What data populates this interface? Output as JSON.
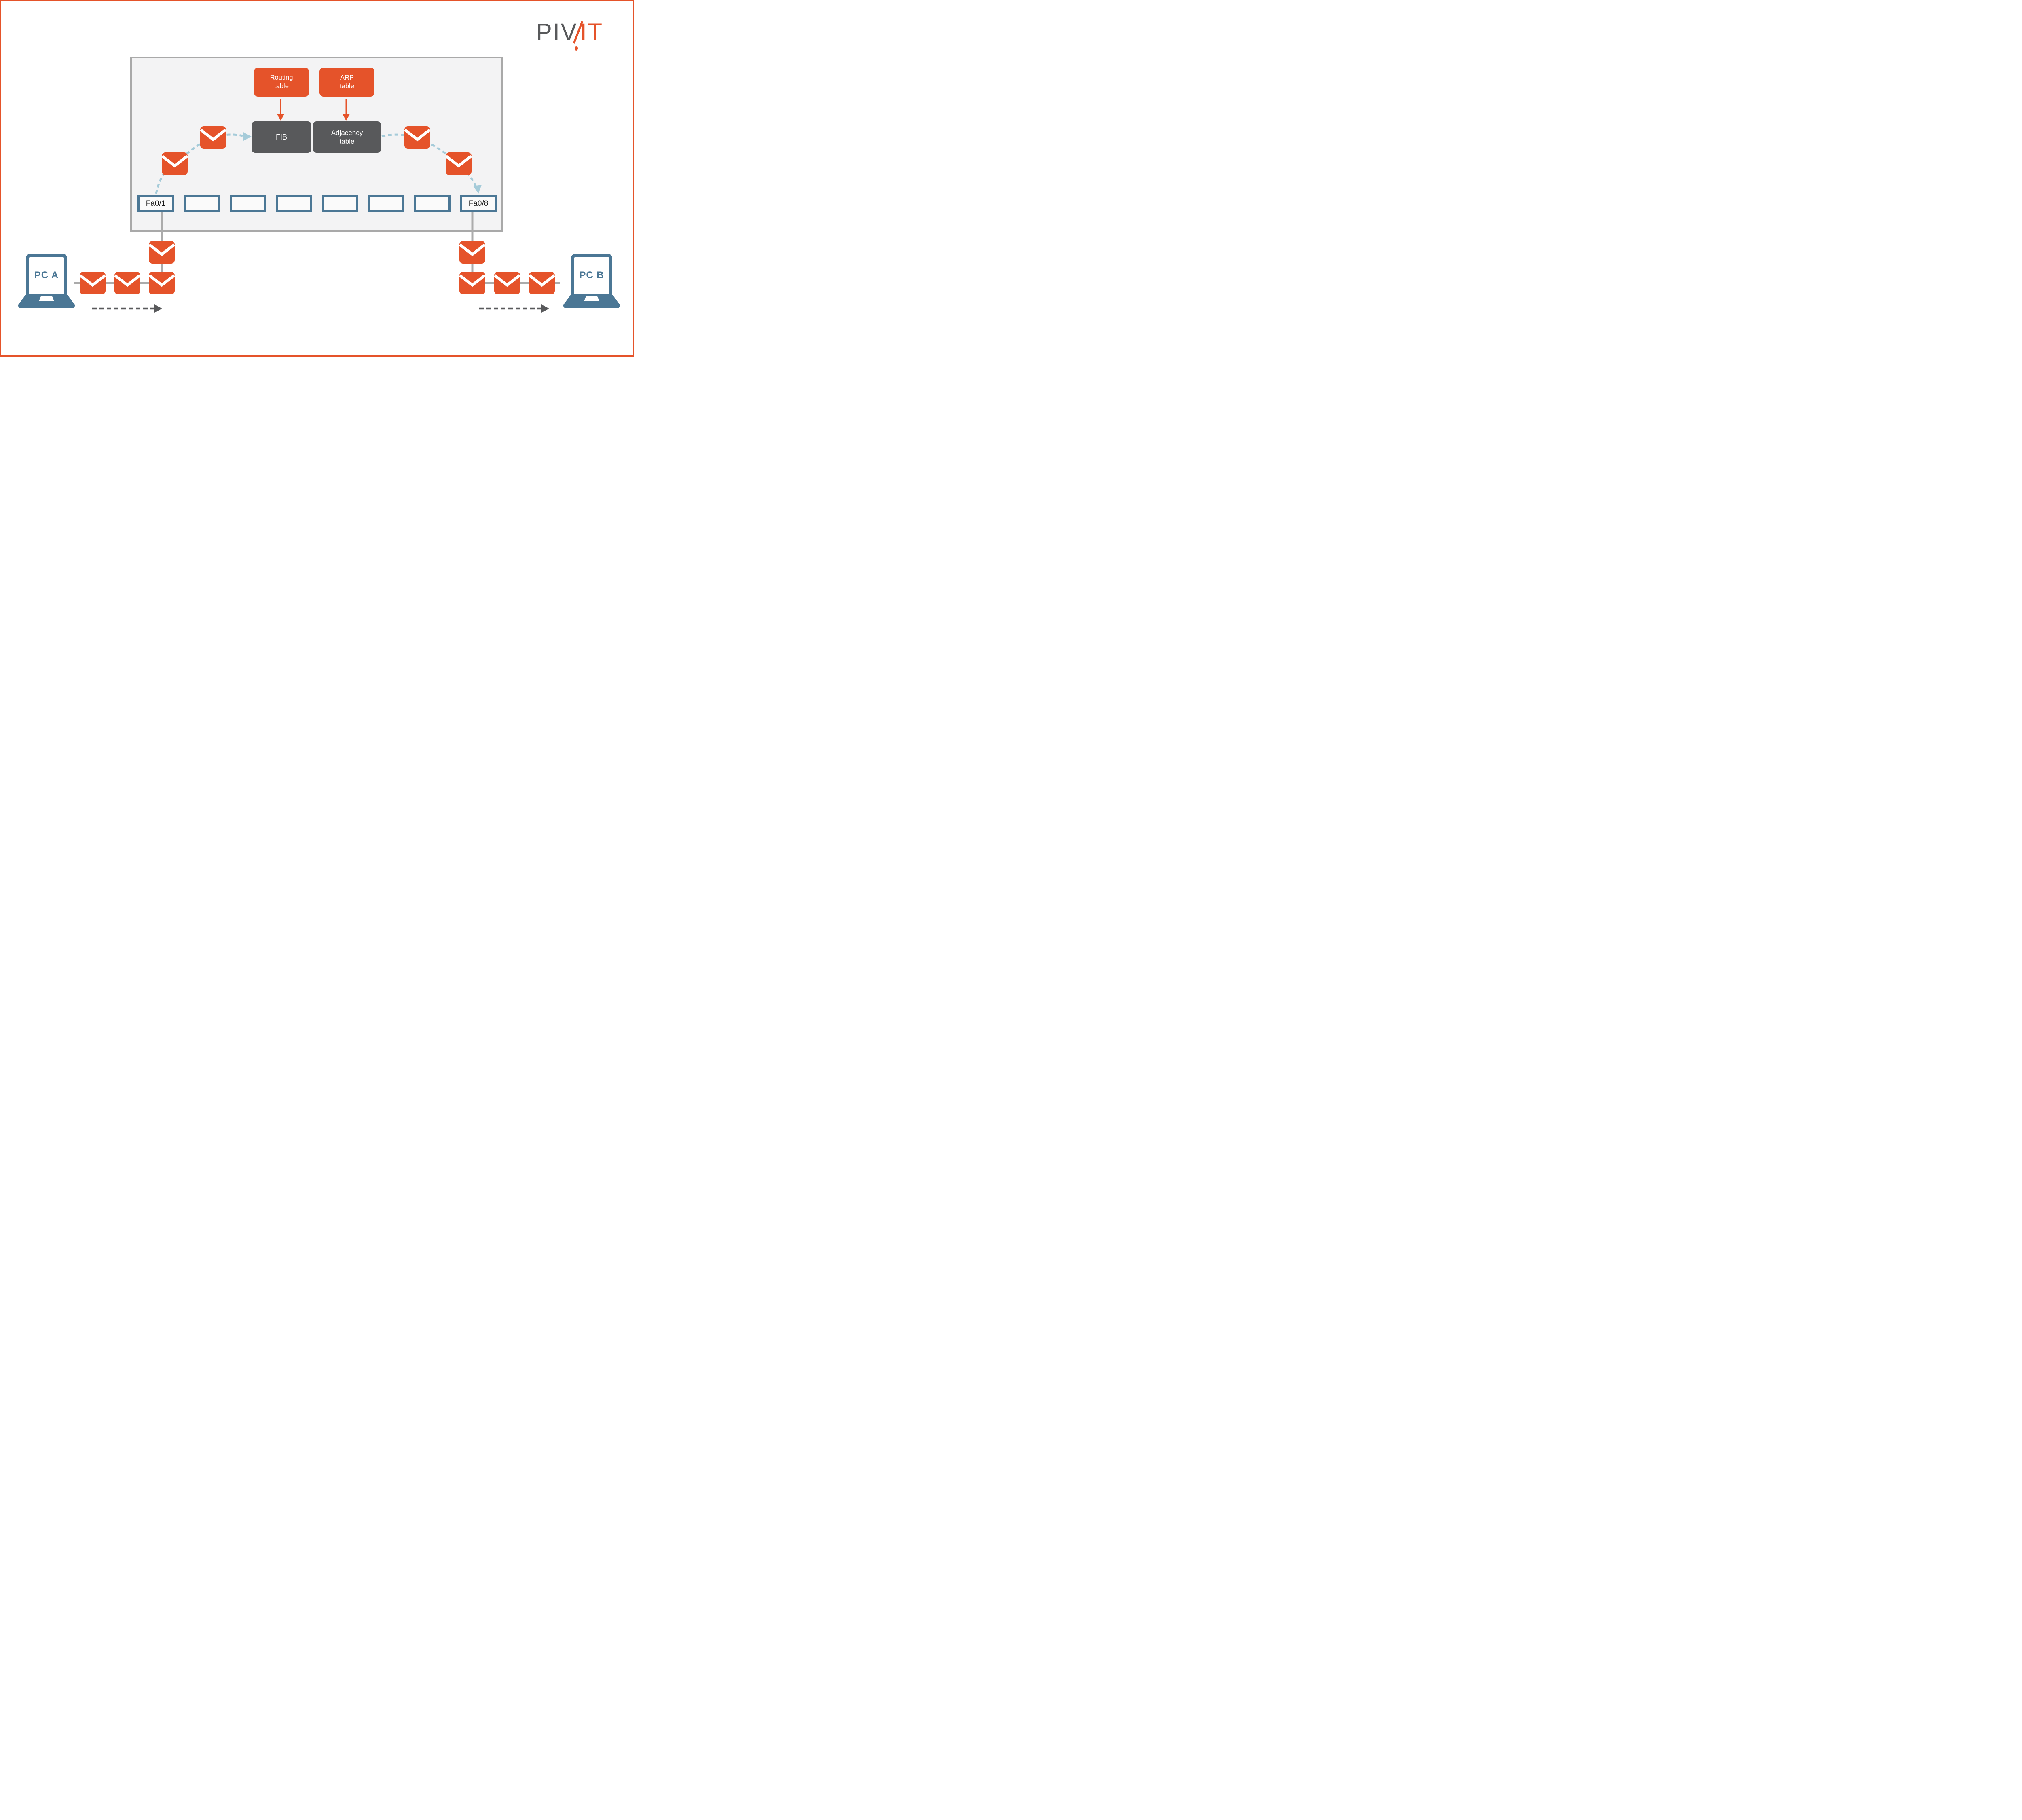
{
  "logo": {
    "gray_text": "PIV",
    "orange_text": "IT"
  },
  "router": {
    "routing_table_label": "Routing\ntable",
    "arp_table_label": "ARP\ntable",
    "fib_label": "FIB",
    "adjacency_table_label": "Adjacency\ntable",
    "ports": [
      "Fa0/1",
      "",
      "",
      "",
      "",
      "",
      "",
      "Fa0/8"
    ]
  },
  "endpoints": {
    "pc_a_label": "PC A",
    "pc_b_label": "PC B"
  },
  "icons": {
    "envelope": "envelope-icon",
    "packet_path": "dashed-arrow"
  },
  "colors": {
    "brand_orange": "#e5532a",
    "dark_gray": "#58595b",
    "steel_blue": "#4b7795",
    "light_blue": "#a5cbd9",
    "connector_gray": "#ababab",
    "panel_bg": "#f3f3f4",
    "panel_border": "#a9a9a9",
    "port_fill": "#fafafa",
    "page_bg": "#ffffff",
    "text_black": "#1a1a1a"
  }
}
